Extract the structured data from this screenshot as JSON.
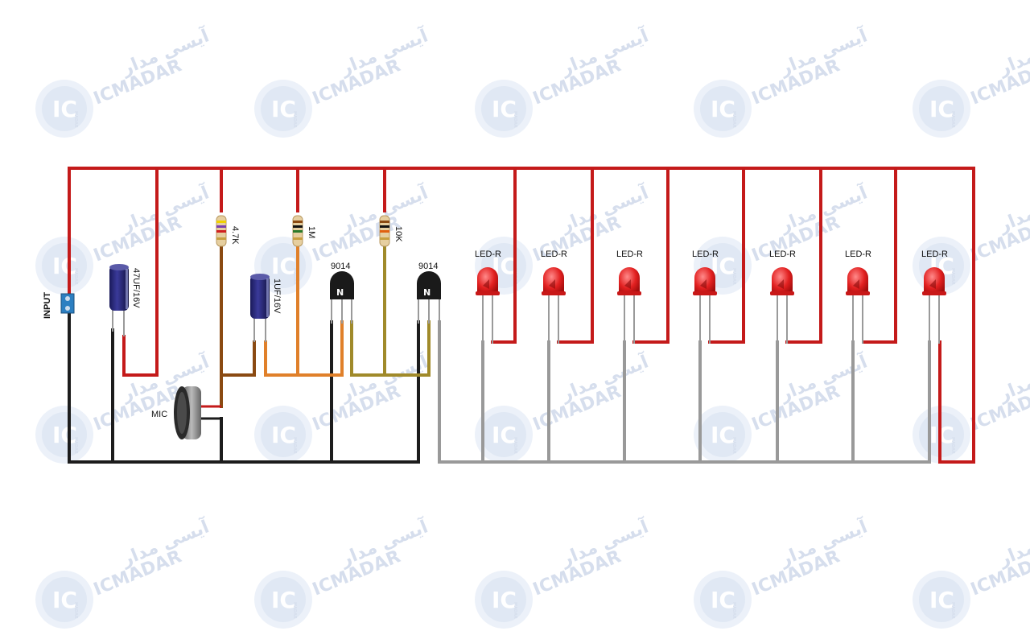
{
  "watermark": {
    "latin": "ICMADAR",
    "persian": "آیسی مدار",
    "badge": "IC",
    "badge_sub": "MADAR",
    "colors": {
      "text": "#cfd9ea",
      "badge": "#dbe5f3"
    }
  },
  "circuit": {
    "input_label": "INPUT",
    "mic_label": "MIC",
    "capacitors": [
      {
        "id": "c1",
        "label": "47UF/16V"
      },
      {
        "id": "c2",
        "label": "1UF/16V"
      }
    ],
    "resistors": [
      {
        "id": "r1",
        "label": "4.7K"
      },
      {
        "id": "r2",
        "label": "1M"
      },
      {
        "id": "r3",
        "label": "10K"
      }
    ],
    "transistors": [
      {
        "id": "q1",
        "label": "9014"
      },
      {
        "id": "q2",
        "label": "9014"
      }
    ],
    "leds": [
      {
        "label": "LED-R"
      },
      {
        "label": "LED-R"
      },
      {
        "label": "LED-R"
      },
      {
        "label": "LED-R"
      },
      {
        "label": "LED-R"
      },
      {
        "label": "LED-R"
      },
      {
        "label": "LED-R"
      }
    ],
    "wire_colors": {
      "vcc": "#c41a1a",
      "gnd": "#1c1c1c",
      "brown": "#8a4a12",
      "orange": "#e0802a",
      "olive": "#a08a2a",
      "gray": "#999999"
    }
  }
}
